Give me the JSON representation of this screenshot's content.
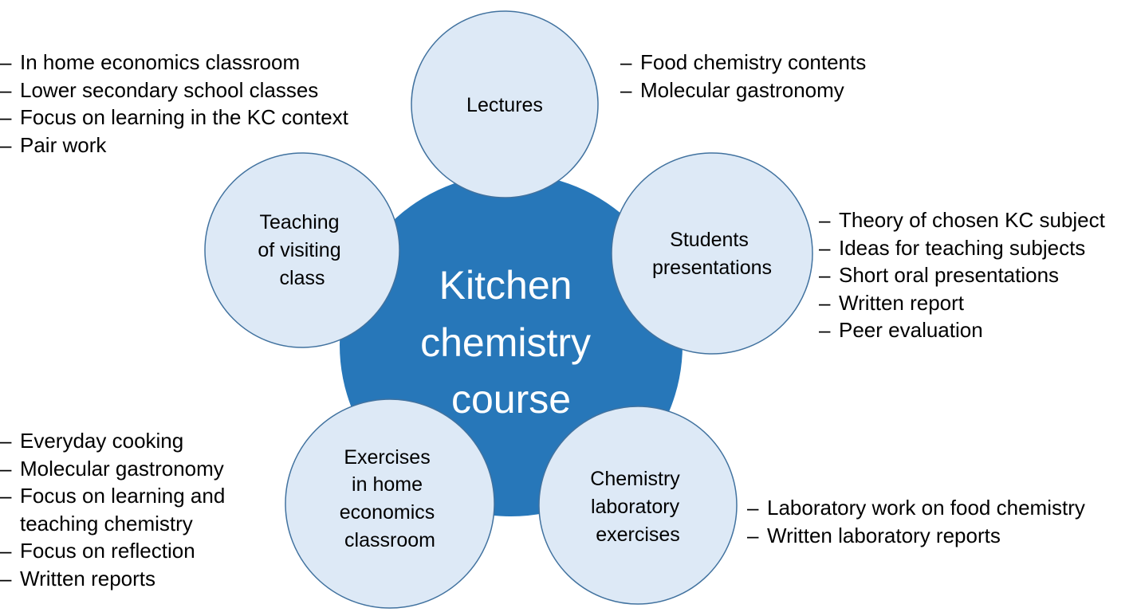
{
  "colors": {
    "center_fill": "#2777b9",
    "node_fill": "#dde9f6",
    "node_stroke": "#41729f",
    "center_text": "#ffffff",
    "text": "#000000"
  },
  "center": {
    "lines": [
      "Kitchen",
      "chemistry",
      "course"
    ]
  },
  "nodes": [
    {
      "id": "lectures",
      "lines": [
        "Lectures"
      ]
    },
    {
      "id": "students-presentations",
      "lines": [
        "Students",
        "presentations"
      ]
    },
    {
      "id": "chemistry-laboratory-exercises",
      "lines": [
        "Chemistry",
        "laboratory",
        "exercises"
      ]
    },
    {
      "id": "exercises-home-economics",
      "lines": [
        "Exercises",
        "in home",
        "economics",
        "classroom"
      ]
    },
    {
      "id": "teaching-visiting-class",
      "lines": [
        "Teaching",
        "of visiting",
        "class"
      ]
    }
  ],
  "bullet_dash": "–",
  "bullet_lists": {
    "lectures": [
      "Food chemistry contents",
      "Molecular gastronomy"
    ],
    "students_presentations": [
      "Theory of chosen KC subject",
      "Ideas for teaching subjects",
      "Short oral presentations",
      "Written report",
      "Peer evaluation"
    ],
    "laboratory": [
      "Laboratory work on food chemistry",
      "Written laboratory reports"
    ],
    "home_economics": [
      "Everyday cooking",
      "Molecular gastronomy",
      "Focus on learning and",
      "teaching chemistry",
      "Focus on reflection",
      "Written reports"
    ],
    "teaching": [
      "In home economics classroom",
      "Lower secondary school classes",
      "Focus on learning in the KC context",
      "Pair work"
    ]
  }
}
